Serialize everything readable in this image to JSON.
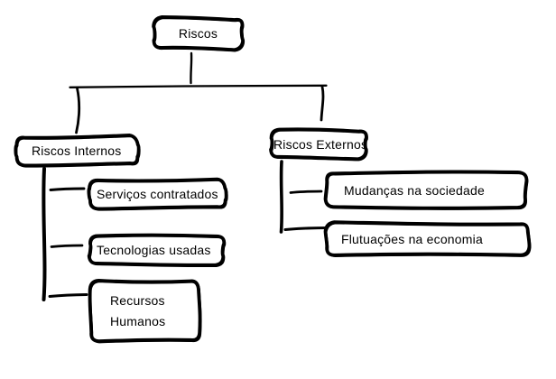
{
  "diagram": {
    "type": "tree",
    "language": "pt",
    "colors": {
      "stroke": "#000000",
      "fill": "#ffffff",
      "text": "#000000",
      "background": "#ffffff"
    },
    "nodes": {
      "riscos": {
        "label": "Riscos"
      },
      "internos": {
        "label": "Riscos Internos"
      },
      "externos": {
        "label": "Riscos Externos"
      },
      "servicos": {
        "label": "Serviços contratados"
      },
      "tecnologias": {
        "label": "Tecnologias usadas"
      },
      "recursos": {
        "label": "Recursos Humanos"
      },
      "mudancas": {
        "label": "Mudanças na sociedade"
      },
      "flutuacoes": {
        "label": "Flutuações na economia"
      }
    },
    "edges": [
      {
        "from": "Riscos",
        "to": "Riscos Internos"
      },
      {
        "from": "Riscos",
        "to": "Riscos Externos"
      },
      {
        "from": "Riscos Internos",
        "to": "Serviços contratados"
      },
      {
        "from": "Riscos Internos",
        "to": "Tecnologias usadas"
      },
      {
        "from": "Riscos Internos",
        "to": "Recursos Humanos"
      },
      {
        "from": "Riscos Externos",
        "to": "Mudanças na sociedade"
      },
      {
        "from": "Riscos Externos",
        "to": "Flutuações na economia"
      }
    ]
  }
}
